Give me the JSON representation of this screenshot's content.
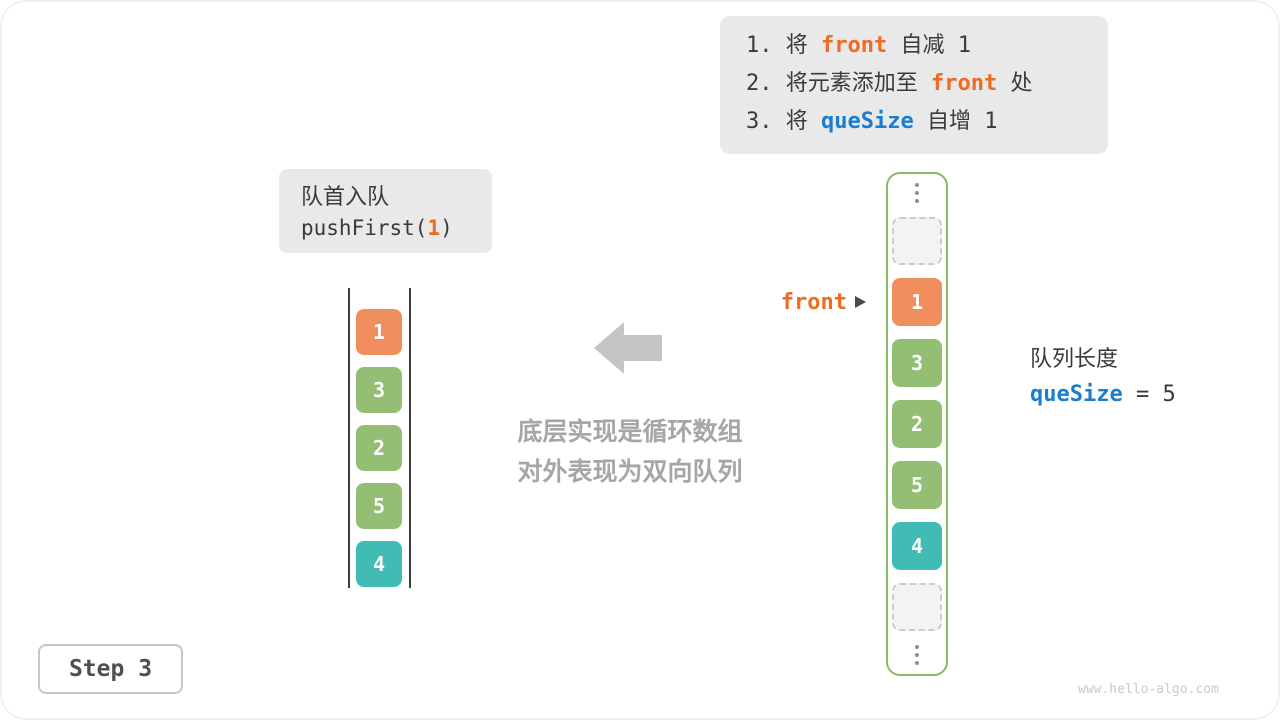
{
  "colors": {
    "code_orange": "#EE6B22",
    "code_blue": "#1B7CD0",
    "arrow_gray": "#C5C5C5",
    "panel_gray": "#E9E9E9",
    "caption_gray": "#A6A6A6"
  },
  "steps_panel": {
    "lines": [
      {
        "prefix": "1. 将 ",
        "code": "front",
        "suffix": " 自减 1"
      },
      {
        "prefix": "2. 将元素添加至 ",
        "code": "front",
        "suffix": " 处"
      },
      {
        "prefix": "3. 将 ",
        "code": "queSize",
        "suffix": " 自增 1"
      }
    ]
  },
  "operation_box": {
    "title": "队首入队",
    "code_before": "pushFirst(",
    "code_arg": "1",
    "code_after": ")"
  },
  "left_deque": {
    "items": [
      {
        "value": "1",
        "color": "#F18E5E"
      },
      {
        "value": "3",
        "color": "#93BE73"
      },
      {
        "value": "2",
        "color": "#93BE73"
      },
      {
        "value": "5",
        "color": "#93BE73"
      },
      {
        "value": "4",
        "color": "#41BCB4"
      }
    ]
  },
  "center_caption": {
    "line1": "底层实现是循环数组",
    "line2": "对外表现为双向队列"
  },
  "front_pointer": {
    "label": "front"
  },
  "array_panel": {
    "cells": [
      {
        "type": "dots"
      },
      {
        "type": "empty"
      },
      {
        "type": "value",
        "value": "1",
        "color": "#F18E5E"
      },
      {
        "type": "value",
        "value": "3",
        "color": "#93BE73"
      },
      {
        "type": "value",
        "value": "2",
        "color": "#93BE73"
      },
      {
        "type": "value",
        "value": "5",
        "color": "#93BE73"
      },
      {
        "type": "value",
        "value": "4",
        "color": "#41BCB4"
      },
      {
        "type": "empty"
      },
      {
        "type": "dots"
      }
    ]
  },
  "queue_info": {
    "title": "队列长度",
    "var_name": "queSize",
    "rest": " = 5"
  },
  "step_box": {
    "label": "Step 3"
  },
  "watermark": {
    "text": "www.hello-algo.com"
  }
}
